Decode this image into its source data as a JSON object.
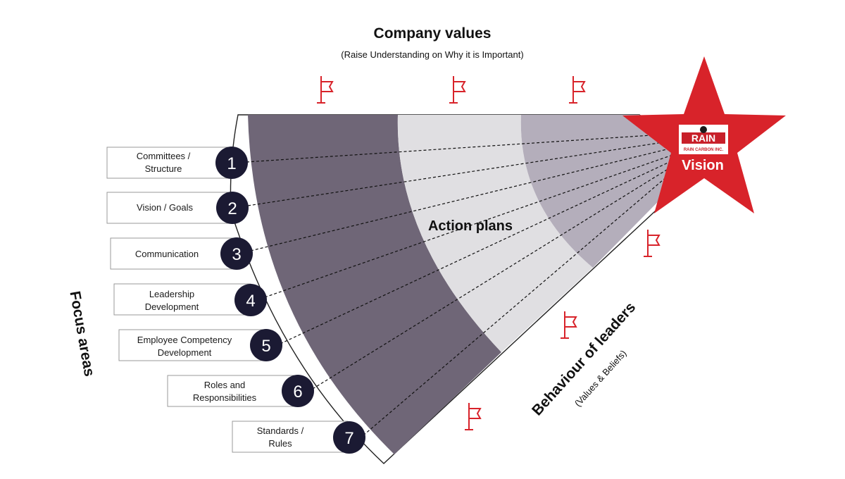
{
  "header": {
    "title": "Company values",
    "subtitle": "(Raise Understanding on Why it is Important)"
  },
  "focus_areas_label": "Focus areas",
  "center_label": "Action plans",
  "behaviour": {
    "title": "Behaviour of leaders",
    "subtitle": "(Values & Beliefs)"
  },
  "vision": {
    "label": "Vision",
    "logo_text": "RAIN",
    "logo_subtext": "RAIN CARBON INC."
  },
  "focus_items": [
    {
      "number": "1",
      "lines": [
        "Committees /",
        "Structure"
      ]
    },
    {
      "number": "2",
      "lines": [
        "Vision / Goals"
      ]
    },
    {
      "number": "3",
      "lines": [
        "Communication"
      ]
    },
    {
      "number": "4",
      "lines": [
        "Leadership",
        "Development"
      ]
    },
    {
      "number": "5",
      "lines": [
        "Employee Competency",
        "Development"
      ]
    },
    {
      "number": "6",
      "lines": [
        "Roles and",
        "Responsibilities"
      ]
    },
    {
      "number": "7",
      "lines": [
        "Standards /",
        "Rules"
      ]
    }
  ],
  "colors": {
    "band_dark": "#6f6677",
    "band_light": "#e0dfe2",
    "band_mid": "#b4aebb",
    "star": "#d8232a",
    "circle": "#1b1a33",
    "flag": "#d8232a"
  },
  "icons": [
    "flag-icon",
    "star-icon",
    "globe-icon"
  ]
}
